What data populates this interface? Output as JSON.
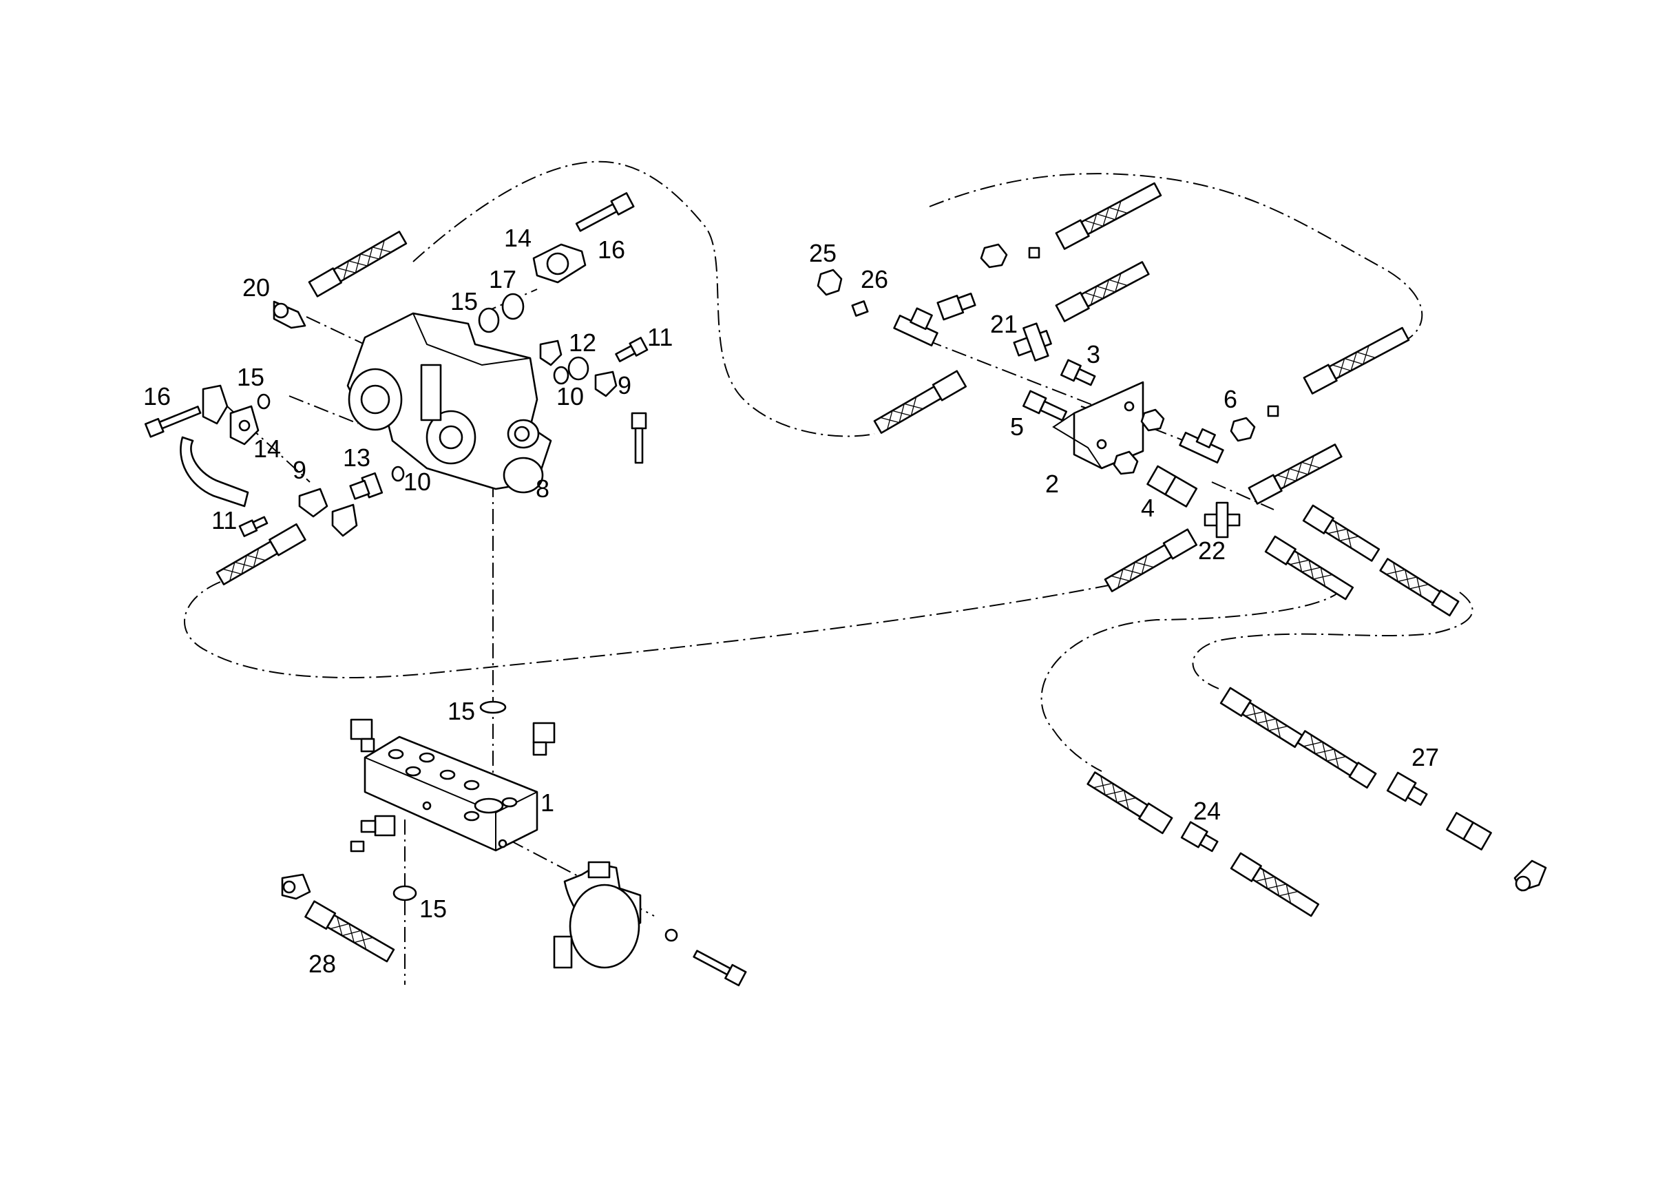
{
  "callouts": {
    "c1": "1",
    "c2": "2",
    "c3": "3",
    "c4": "4",
    "c5": "5",
    "c6": "6",
    "c8": "8",
    "c9a": "9",
    "c9b": "9",
    "c10a": "10",
    "c10b": "10",
    "c11a": "11",
    "c11b": "11",
    "c12": "12",
    "c13": "13",
    "c14a": "14",
    "c14b": "14",
    "c15a": "15",
    "c15b": "15",
    "c15c": "15",
    "c15d": "15",
    "c16a": "16",
    "c16b": "16",
    "c17": "17",
    "c20": "20",
    "c21": "21",
    "c22": "22",
    "c24": "24",
    "c25": "25",
    "c26": "26",
    "c27": "27",
    "c28": "28"
  }
}
